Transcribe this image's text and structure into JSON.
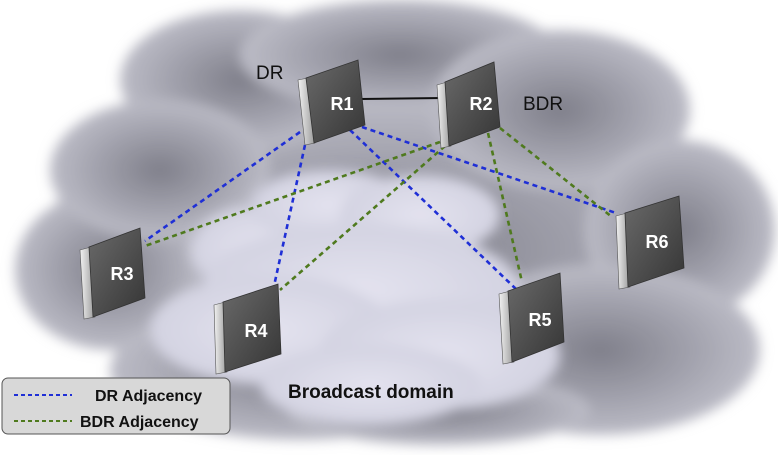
{
  "diagram": {
    "domain_label": "Broadcast domain",
    "colors": {
      "dr_link": "#1f2fd6",
      "bdr_link": "#4f7a1e",
      "solid_link": "#111111",
      "router_face": "#4a4a4a",
      "router_edge": "#c8c8c8",
      "cloud_outer": "#b4b4bd",
      "cloud_inner": "#dedde9"
    },
    "routers": [
      {
        "id": "R1",
        "label": "R1",
        "role": "DR"
      },
      {
        "id": "R2",
        "label": "R2",
        "role": "BDR"
      },
      {
        "id": "R3",
        "label": "R3",
        "role": ""
      },
      {
        "id": "R4",
        "label": "R4",
        "role": ""
      },
      {
        "id": "R5",
        "label": "R5",
        "role": ""
      },
      {
        "id": "R6",
        "label": "R6",
        "role": ""
      }
    ],
    "links": [
      {
        "from": "R1",
        "to": "R2",
        "type": "solid"
      },
      {
        "from": "R1",
        "to": "R3",
        "type": "dr"
      },
      {
        "from": "R1",
        "to": "R4",
        "type": "dr"
      },
      {
        "from": "R1",
        "to": "R5",
        "type": "dr"
      },
      {
        "from": "R1",
        "to": "R6",
        "type": "dr"
      },
      {
        "from": "R2",
        "to": "R3",
        "type": "bdr"
      },
      {
        "from": "R2",
        "to": "R4",
        "type": "bdr"
      },
      {
        "from": "R2",
        "to": "R5",
        "type": "bdr"
      },
      {
        "from": "R2",
        "to": "R6",
        "type": "bdr"
      }
    ]
  },
  "legend": {
    "items": [
      {
        "label": "DR Adjacency",
        "type": "dr"
      },
      {
        "label": "BDR Adjacency",
        "type": "bdr"
      }
    ]
  }
}
